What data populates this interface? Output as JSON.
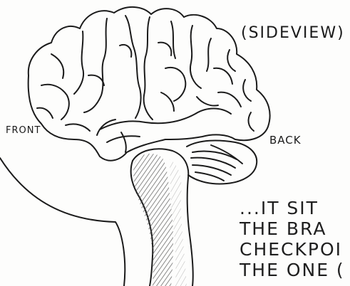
{
  "labels": {
    "sideview": "(SIDEVIEW)",
    "front": "FRONT",
    "back": "BACK"
  },
  "caption": {
    "lines": [
      "...IT SIT",
      "THE BRA",
      "CHECKPOI",
      "THE ONE ("
    ]
  }
}
